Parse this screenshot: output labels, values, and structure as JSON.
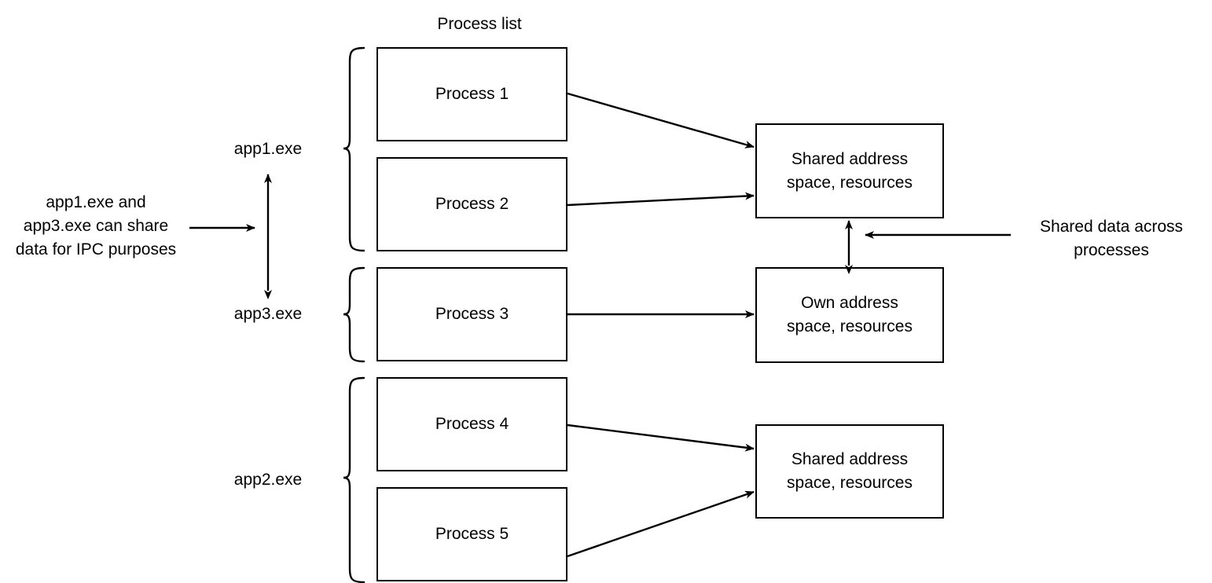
{
  "diagram": {
    "title": "Process list",
    "groups": [
      {
        "id": "app1",
        "label": "app1.exe"
      },
      {
        "id": "app3",
        "label": "app3.exe"
      },
      {
        "id": "app2",
        "label": "app2.exe"
      }
    ],
    "processes": [
      {
        "id": "p1",
        "label": "Process 1"
      },
      {
        "id": "p2",
        "label": "Process 2"
      },
      {
        "id": "p3",
        "label": "Process 3"
      },
      {
        "id": "p4",
        "label": "Process 4"
      },
      {
        "id": "p5",
        "label": "Process 5"
      }
    ],
    "memory_blocks": [
      {
        "id": "m1",
        "label": "Shared address\nspace, resources"
      },
      {
        "id": "m2",
        "label": "Own address\nspace, resources"
      },
      {
        "id": "m3",
        "label": "Shared address\nspace, resources"
      }
    ],
    "annotations": {
      "ipc_note": "app1.exe and\napp3.exe can share\ndata for IPC purposes",
      "shared_data_note": "Shared data across\nprocesses"
    },
    "colors": {
      "stroke": "#000000",
      "background": "#ffffff",
      "text": "#000000"
    }
  }
}
